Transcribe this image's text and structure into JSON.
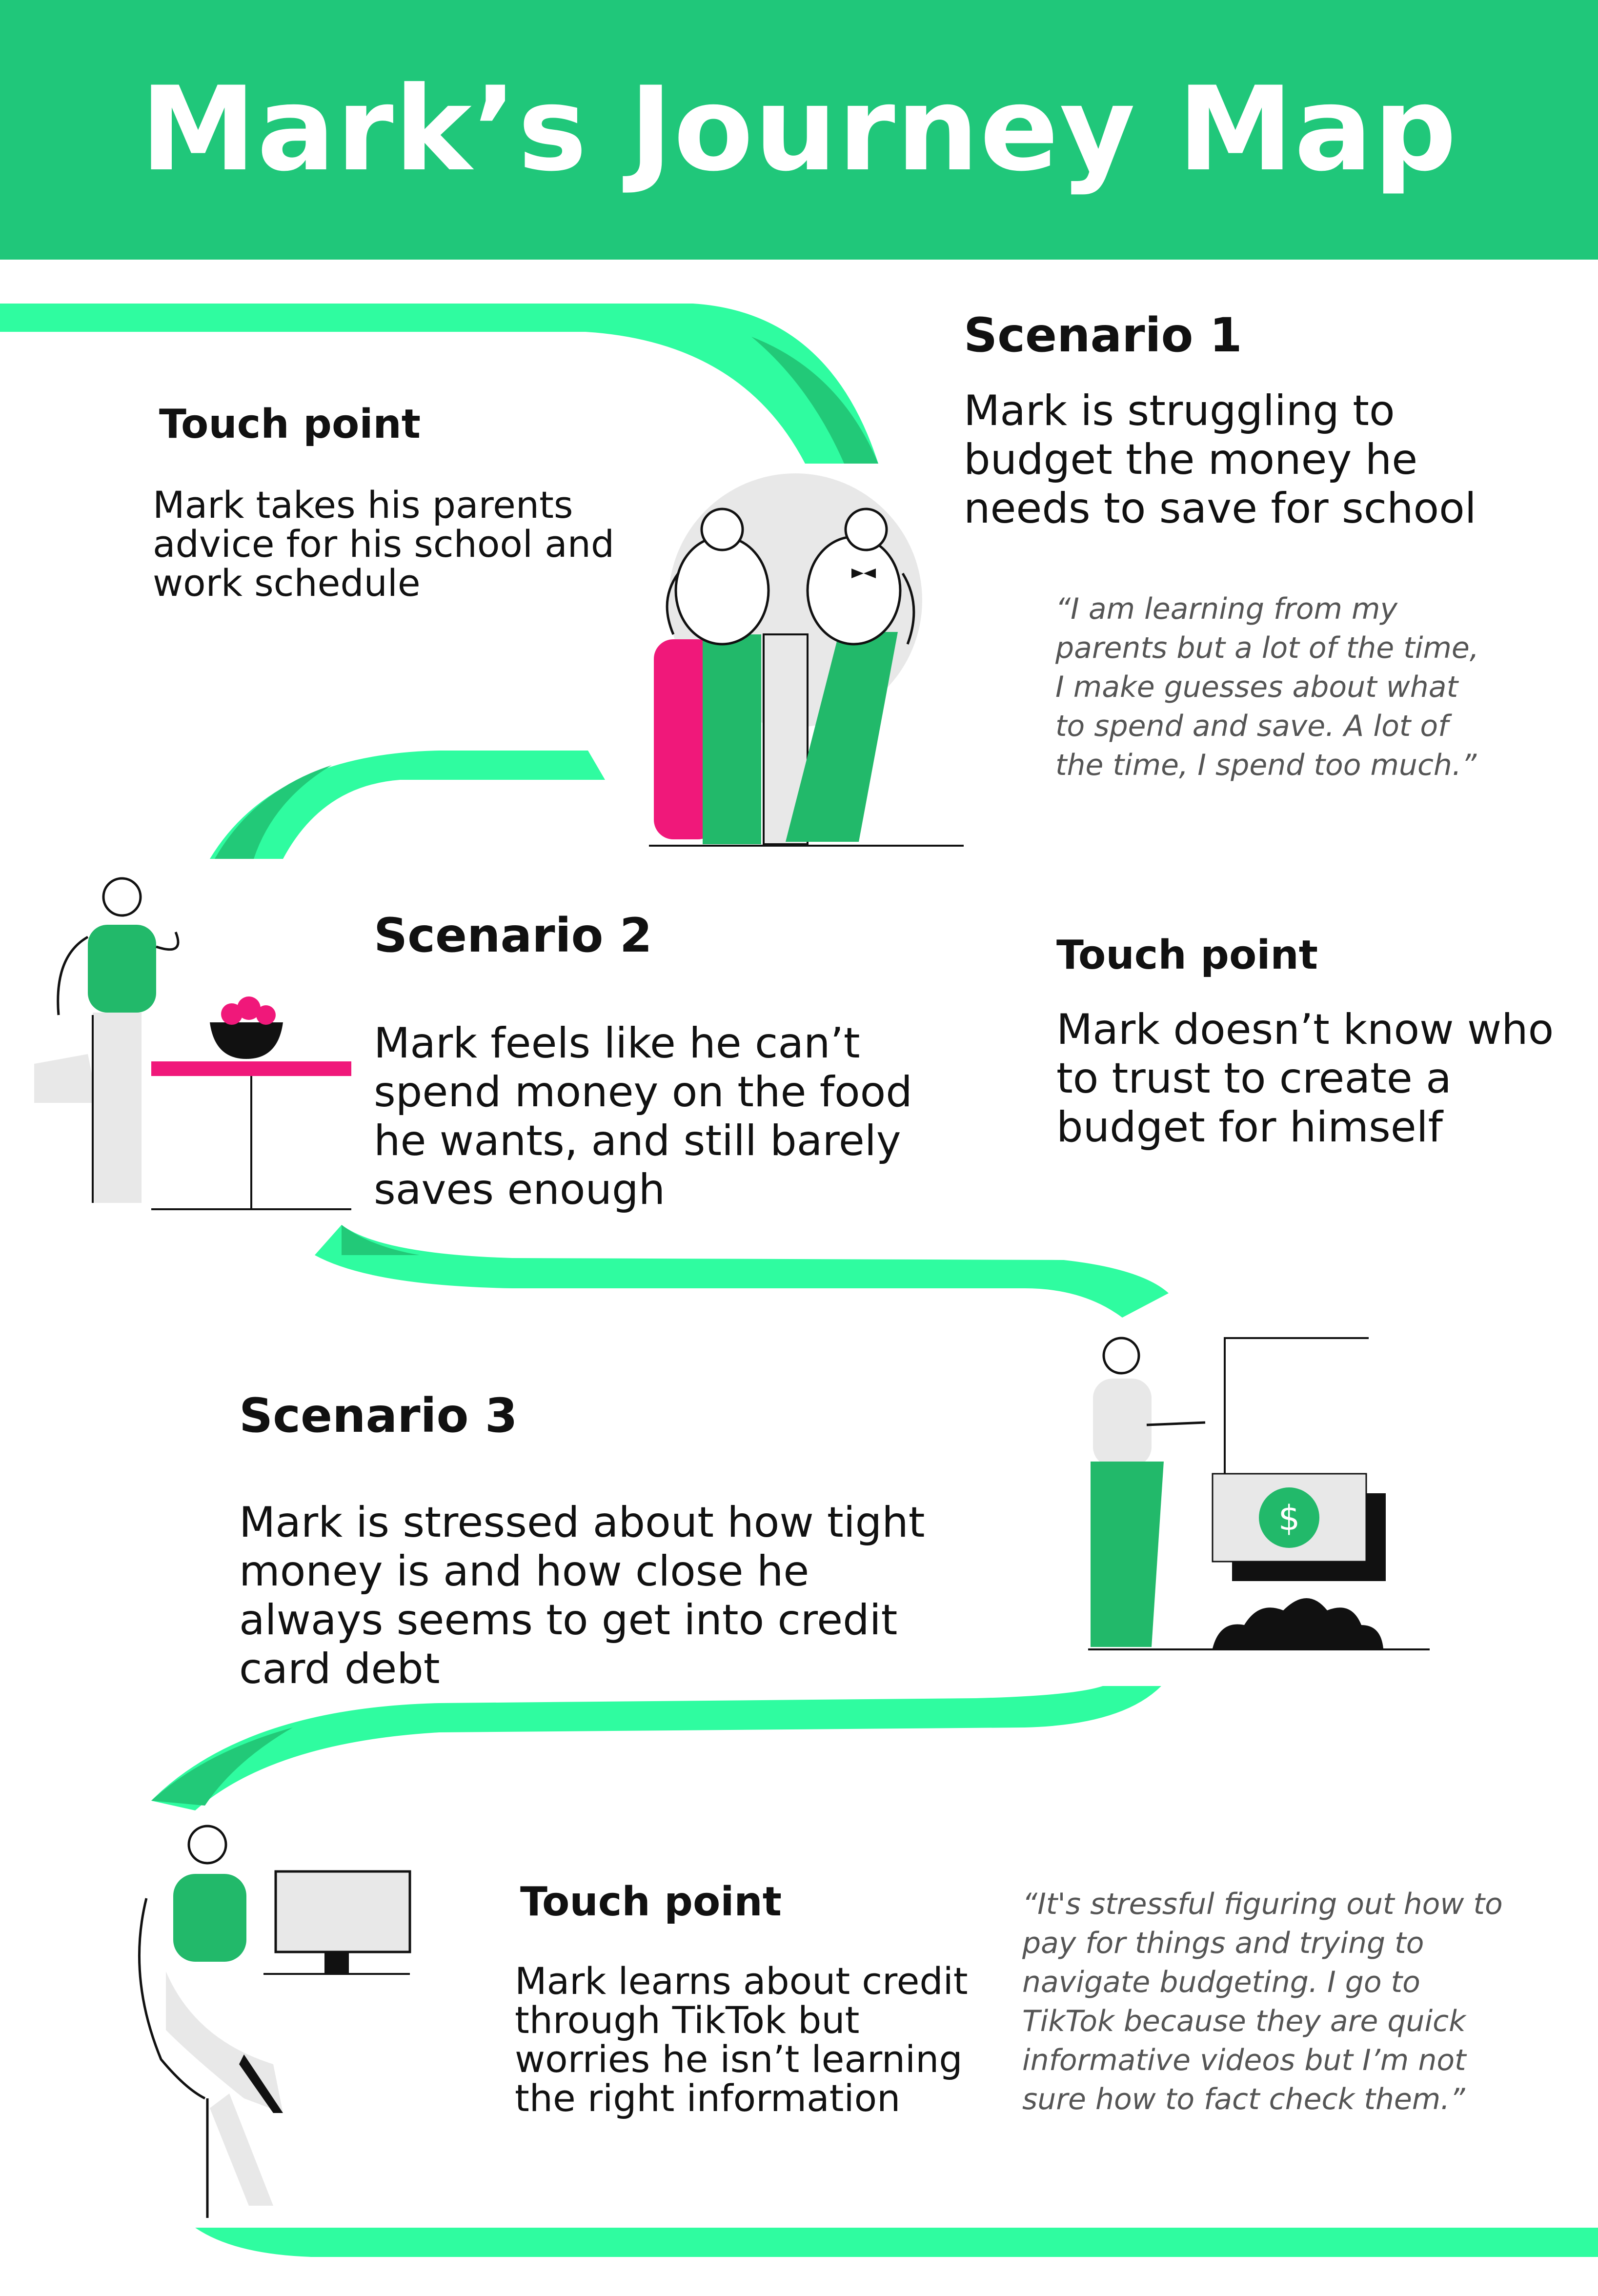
{
  "title": "Mark’s Journey Map",
  "colors": {
    "header_green": "#20c77a",
    "ribbon_light": "#2ffca0",
    "ribbon_mid": "#22c978",
    "ribbon_dark": "#159c57",
    "illustration_green": "#22b96a",
    "accent_pink": "#f0187a",
    "light_gray": "#e8e8e8",
    "ink": "#111111",
    "quote_gray": "#555555"
  },
  "scenarios": [
    {
      "heading": "Scenario 1",
      "text": "Mark is struggling to budget the money he needs to save for school",
      "touch_point": {
        "heading": "Touch point",
        "text": "Mark takes his parents advice for his school and work schedule"
      },
      "quote": "“I am learning from my parents but a lot of the time, I make guesses about what to spend and save. A lot of the time, I spend too much.”",
      "illustration": "two-people-talking-illustration"
    },
    {
      "heading": "Scenario 2",
      "text": "Mark feels like he can’t spend money on the food he wants, and still barely saves enough",
      "touch_point": {
        "heading": "Touch point",
        "text": "Mark doesn’t know who to trust to create a budget for himself"
      },
      "illustration": "person-at-table-with-food-bowl-illustration"
    },
    {
      "heading": "Scenario 3",
      "text": "Mark is stressed about how tight money is and how close he always seems to get into credit card debt",
      "illustration": "person-at-atm-with-dollar-bill-illustration"
    }
  ],
  "final_touch_point": {
    "heading": "Touch point",
    "text": "Mark learns about credit through TikTok but worries he isn’t learning the right information",
    "quote": "“It's stressful figuring out how to pay for things and trying to navigate budgeting. I go to TikTok because they are quick informative videos but I’m not sure how to fact check them.”",
    "illustration": "person-at-computer-illustration"
  }
}
